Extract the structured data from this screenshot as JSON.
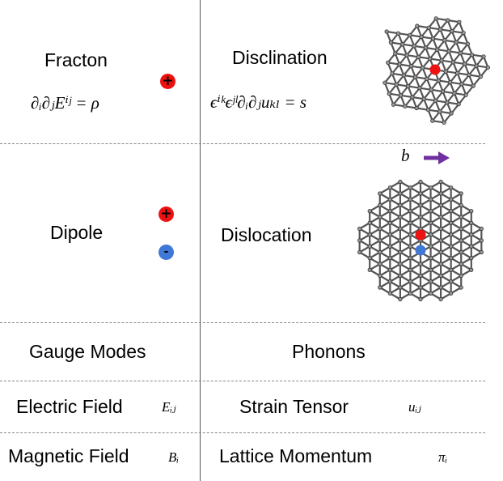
{
  "rows": {
    "fracton": {
      "left_label": "Fracton",
      "left_equation": "∂ᵢ∂ⱼEⁱʲ = ρ",
      "right_label": "Disclination",
      "right_equation": "ϵⁱᵏϵʲˡ∂ᵢ∂ⱼuₖₗ = s",
      "charge_symbol": "+"
    },
    "dipole": {
      "left_label": "Dipole",
      "right_label": "Dislocation",
      "burgers_symbol": "b⃗",
      "positive_symbol": "+",
      "negative_symbol": "-"
    },
    "modes": {
      "left_label": "Gauge Modes",
      "right_label": "Phonons"
    },
    "field": {
      "left_label": "Electric Field",
      "left_symbol": "Eᵢⱼ",
      "right_label": "Strain Tensor",
      "right_symbol": "uᵢⱼ"
    },
    "momentum": {
      "left_label": "Magnetic Field",
      "left_symbol": "Bᵢ",
      "right_label": "Lattice Momentum",
      "right_symbol": "πᵢ"
    }
  },
  "colors": {
    "positive_charge": "#ee1111",
    "negative_charge": "#3f78d6",
    "burgers_arrow": "#7030a0",
    "lattice": "#555555"
  },
  "icons": [
    "disclination-lattice",
    "dislocation-lattice",
    "burgers-arrow-icon"
  ]
}
